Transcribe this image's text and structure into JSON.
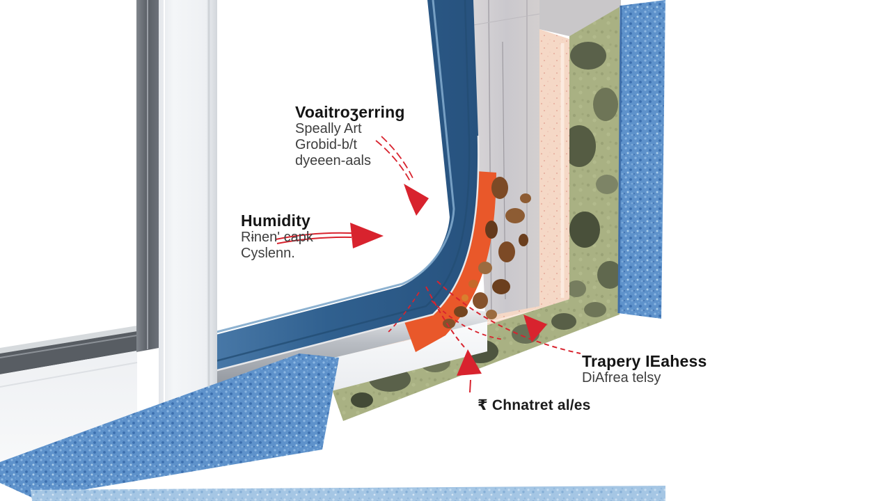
{
  "diagram": {
    "description": "3D cut-away illustration of a window corner and wall layers showing humidity / mold damage",
    "background_color": "#ffffff",
    "labels": {
      "top_annotation": {
        "title": "Voaitroʒerring",
        "line1": "Speally Art",
        "line2": "Grobid-b/t",
        "line3": "dyeeen-aals"
      },
      "left_annotation": {
        "title": "Humidity",
        "line1": "Rɨnen' capk",
        "line2": "Cyslenn."
      },
      "right_annotation": {
        "title": "Trapery IEahess",
        "line1": "DiAfrea telsy"
      },
      "bottom_annotation": {
        "text": "₹ Chnatret al/es"
      }
    },
    "colors": {
      "arrow_red": "#d8232e",
      "frame_blue": "#3a6b9c",
      "sealant_orange": "#e9582a",
      "plaster_pink": "#f5d8c6",
      "mold_green": "#a9b183",
      "insulation_blue": "#5e92cb",
      "concrete_gray": "#cccad0",
      "window_white": "#f2f4f6"
    },
    "arrows": [
      {
        "name": "down-right arrow from top annotation",
        "style": "dashed shaft, filled red head"
      },
      {
        "name": "right arrow from Humidity annotation",
        "style": "double-line shaft, filled red head"
      },
      {
        "name": "leader to right annotation",
        "style": "dashed with small red head on wall"
      },
      {
        "name": "leader to bottom annotation",
        "style": "dashed with small red head at corner"
      }
    ]
  }
}
